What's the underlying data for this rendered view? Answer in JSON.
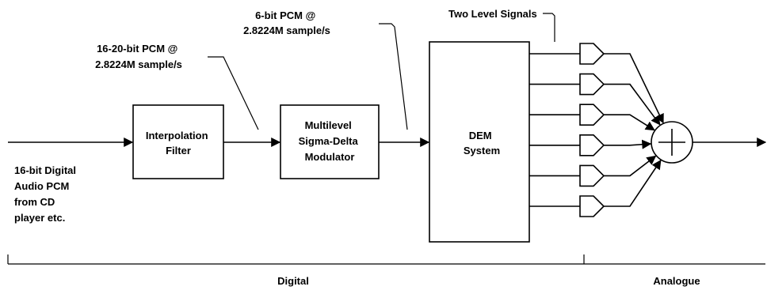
{
  "input_label": [
    "16-bit Digital",
    "Audio PCM",
    "from CD",
    "player etc."
  ],
  "interpolation_filter": [
    "Interpolation",
    "Filter"
  ],
  "modulator": [
    "Multilevel",
    "Sigma-Delta",
    "Modulator"
  ],
  "dem_system": [
    "DEM",
    "System"
  ],
  "pcm_16_20_label": [
    "16-20-bit PCM @",
    "2.8224M sample/s"
  ],
  "pcm_6_label": [
    "6-bit PCM @",
    "2.8224M sample/s"
  ],
  "two_level_label": "Two Level Signals",
  "domains": {
    "digital": "Digital",
    "analogue": "Analogue"
  },
  "dac_count": 6
}
